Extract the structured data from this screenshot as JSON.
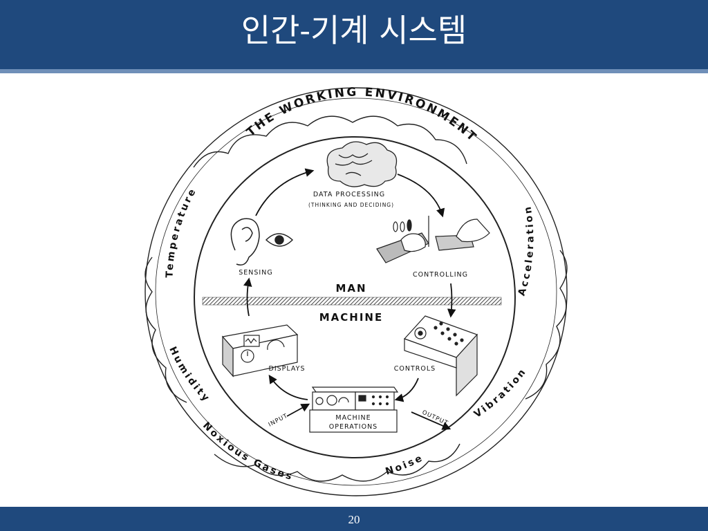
{
  "slide": {
    "title": "인간-기계 시스템",
    "page_number": "20"
  },
  "diagram": {
    "environment_title": "THE WORKING ENVIRONMENT",
    "factors": {
      "temperature": "Temperature",
      "humidity": "Humidity",
      "noxious_gases": "Noxious Gases",
      "noise": "Noise",
      "vibration": "Vibration",
      "acceleration": "Acceleration"
    },
    "man_label": "MAN",
    "machine_label": "MACHINE",
    "data_processing": "DATA PROCESSING",
    "thinking_deciding": "(THINKING AND DECIDING)",
    "sensing": "SENSING",
    "controlling": "CONTROLLING",
    "displays": "DISPLAYS",
    "controls": "CONTROLS",
    "machine_operations_line1": "MACHINE",
    "machine_operations_line2": "OPERATIONS",
    "input": "INPUT",
    "output": "OUTPUT"
  },
  "colors": {
    "header": "#1f497d",
    "header_rule": "#6f8fb8",
    "ink": "#111111"
  }
}
